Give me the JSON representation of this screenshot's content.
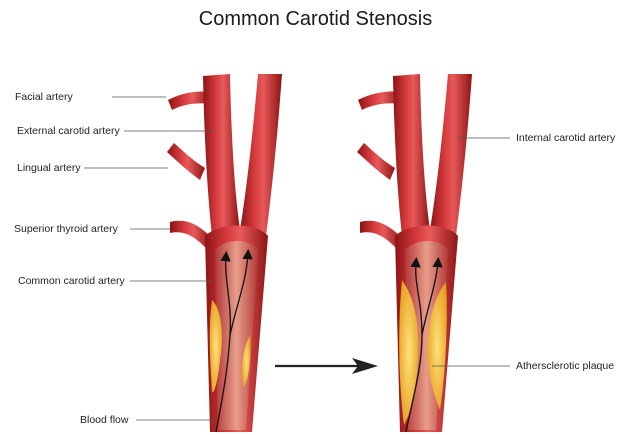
{
  "title": "Common Carotid Stenosis",
  "labels": {
    "facial_artery": "Facial artery",
    "external_carotid_artery": "External carotid artery",
    "lingual_artery": "Lingual artery",
    "superior_thyroid_artery": "Superior thyroid artery",
    "common_carotid_artery": "Common carotid artery",
    "blood_flow": "Blood flow",
    "internal_carotid_artery": "Internal carotid artery",
    "atherosclerotic_plaque": "Athersclerotic plaque"
  },
  "colors": {
    "artery_dark": "#8e1414",
    "artery_mid": "#c8282c",
    "artery_light": "#e8595a",
    "lumen": "#d9a18f",
    "plaque": "#f3b52b",
    "plaque_light": "#fde27a",
    "leader_line": "#555555"
  }
}
